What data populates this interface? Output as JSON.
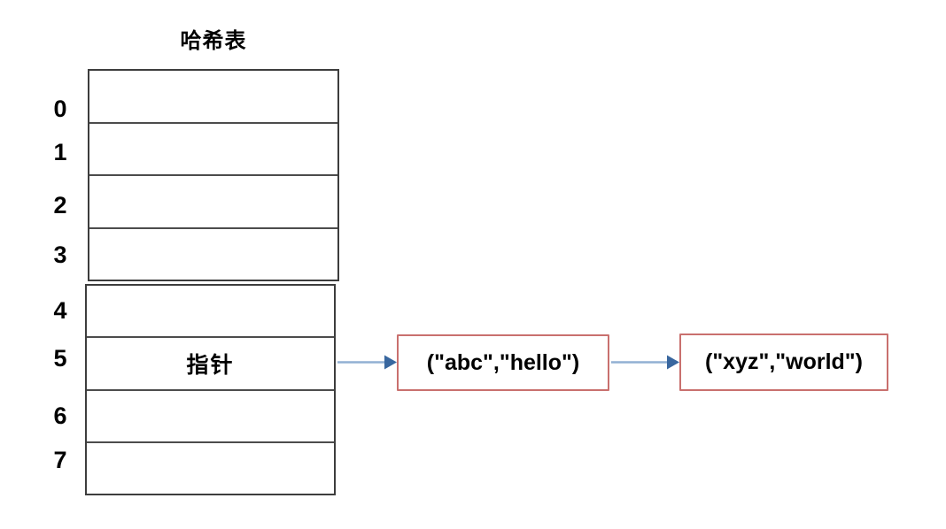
{
  "diagram": {
    "title": "哈希表",
    "hash_table": {
      "index_labels": [
        "0",
        "1",
        "2",
        "3",
        "4",
        "5",
        "6",
        "7"
      ],
      "pointer_cell": {
        "row_index": "5",
        "text": "指针"
      }
    },
    "linked_list_nodes": [
      {
        "text": "(\"abc\",\"hello\")"
      },
      {
        "text": "(\"xyz\",\"world\")"
      }
    ],
    "colors": {
      "table_border": "#3d3d3d",
      "node_border": "#c9706e",
      "arrow_line": "#92b0d3",
      "arrow_head": "#39679f",
      "text": "#000000",
      "background": "#ffffff"
    }
  }
}
